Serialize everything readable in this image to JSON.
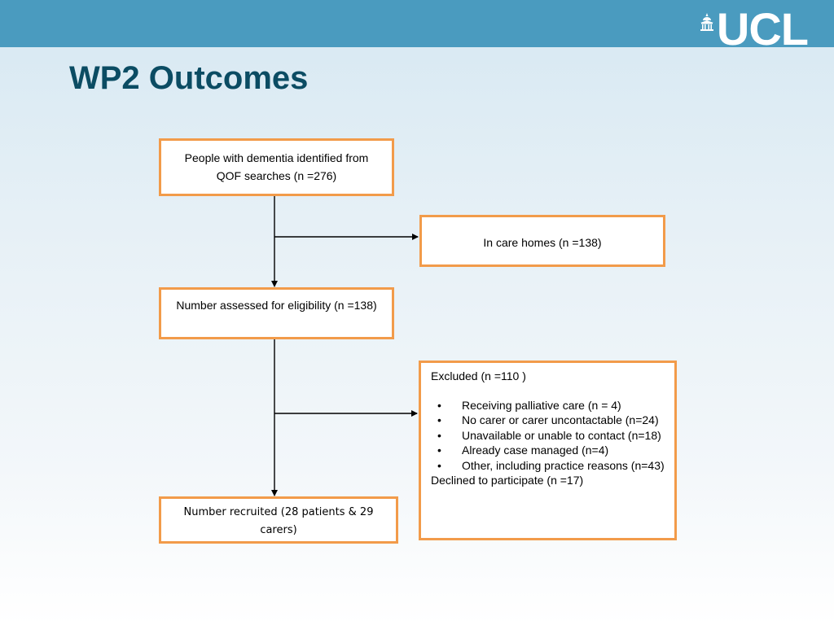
{
  "header": {
    "logo_text": "UCL",
    "bar_color": "#4a9bbf"
  },
  "slide": {
    "title": "WP2 Outcomes"
  },
  "flowchart": {
    "identified": "People with dementia identified from QOF searches (n =276)",
    "care_homes": "In care homes (n =138)",
    "assessed": "Number assessed for eligibility (n =138)",
    "excluded": {
      "heading": "Excluded (n =110 )",
      "reasons": [
        "Receiving palliative care (n = 4)",
        "No carer or carer uncontactable (n=24)",
        "Unavailable or unable to contact (n=18)",
        "Already case managed (n=4)",
        "Other, including practice reasons (n=43)"
      ],
      "declined": "Declined to participate (n =17)"
    },
    "recruited": "Number recruited (28 patients & 29 carers)",
    "box_border_color": "#f29b4a"
  }
}
